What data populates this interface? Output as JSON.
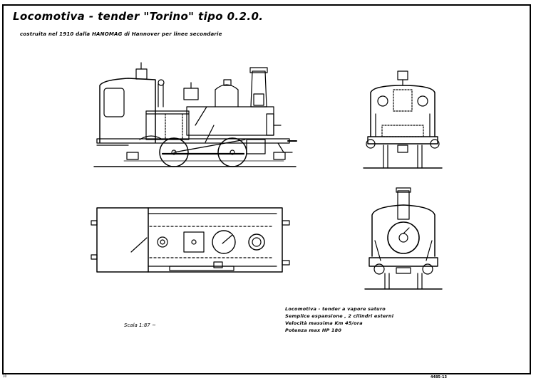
{
  "drawing": {
    "title": "Locomotiva - tender \"Torino\" tipo 0.2.0.",
    "subtitle": "costruita nel 1910 dalla HANOMAG di Hannover per linee secondarie",
    "scale": "Scala 1:87 ~",
    "specs": [
      "Locomotiva - tender a vapore saturo",
      "Semplice espansione , 2 cilindri esterni",
      "Velocità massima Km 45/ora",
      "Potenza max HP 180"
    ],
    "sheet_number": "4485-13",
    "corner_mark": "10"
  },
  "views": [
    "side-elevation",
    "rear-elevation",
    "plan-view",
    "front-elevation"
  ]
}
